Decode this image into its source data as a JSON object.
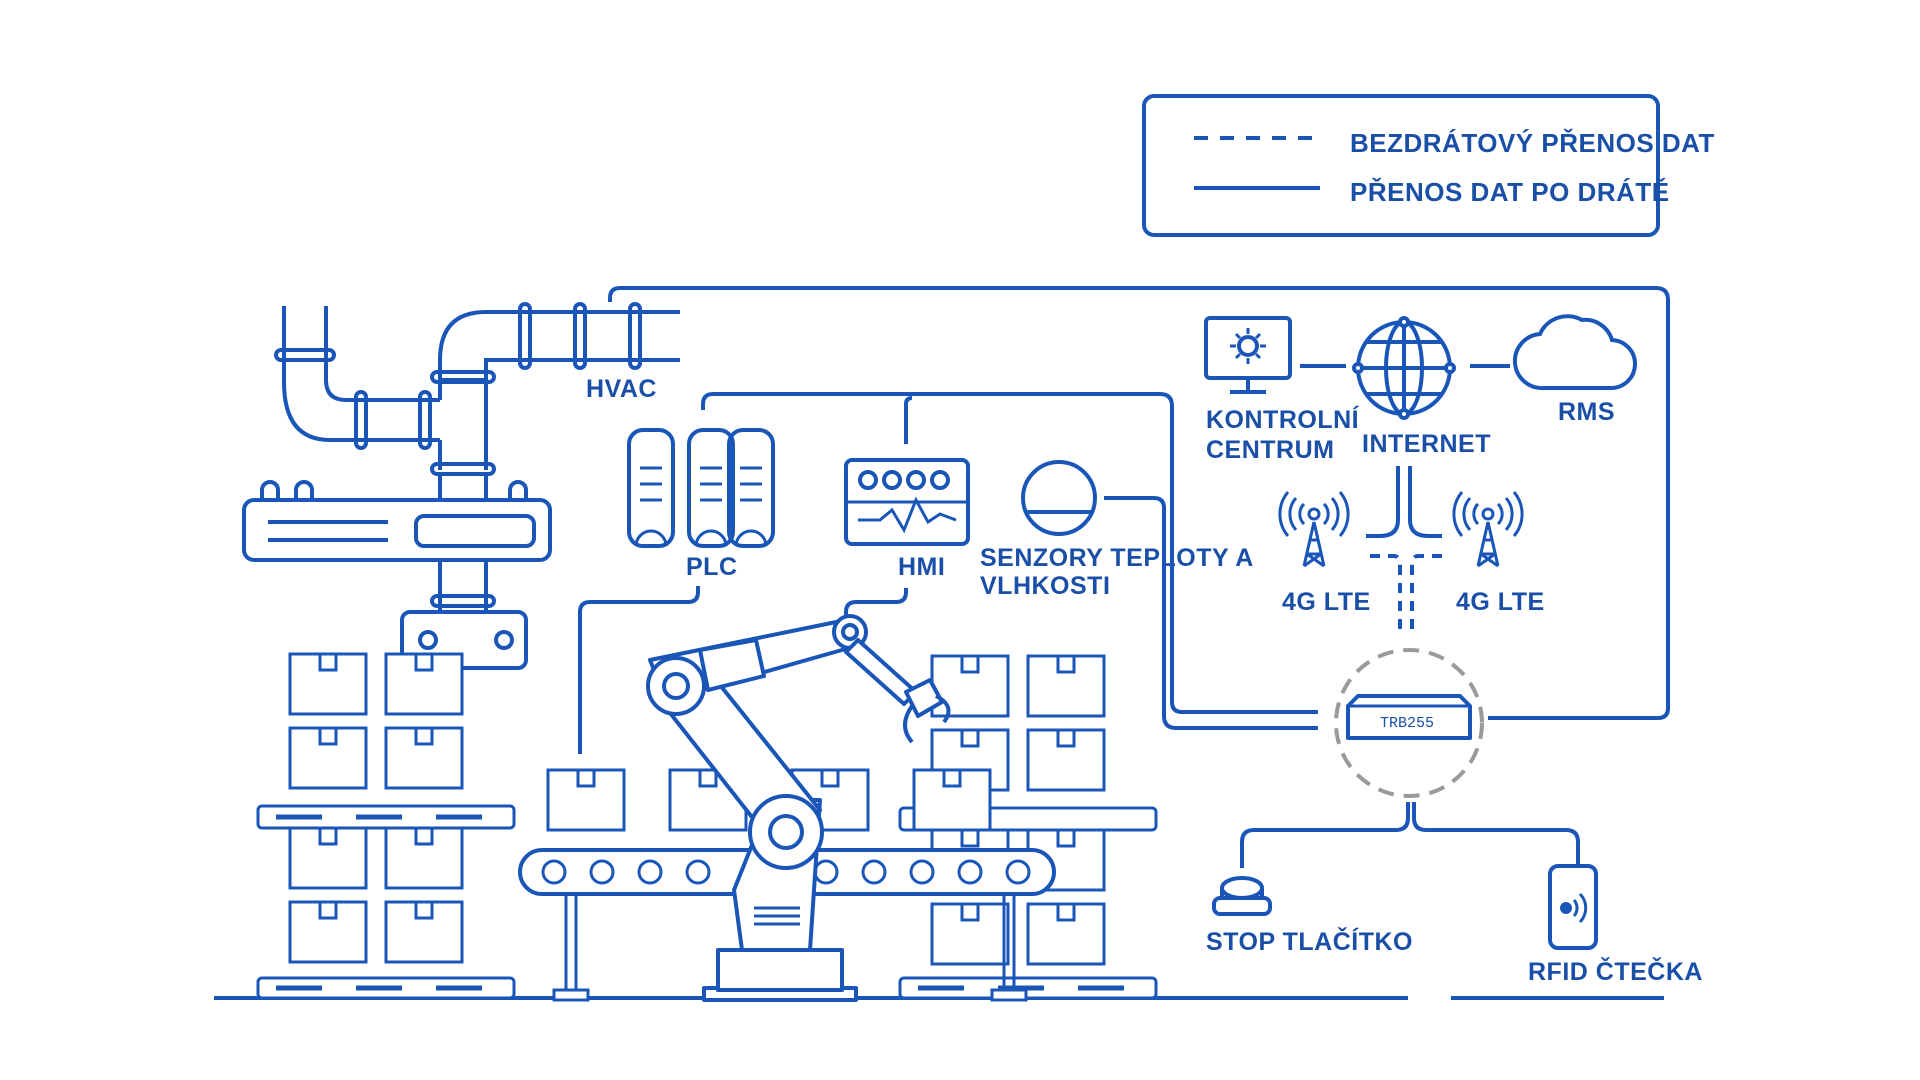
{
  "colors": {
    "line": "#1a56b8",
    "text": "#1a4fa8",
    "zone": "#9a9a9a",
    "background": "#ffffff"
  },
  "legend": {
    "wireless": "BEZDRÁTOVÝ PŘENOS DAT",
    "wired": "PŘENOS DAT PO DRÁTĚ"
  },
  "labels": {
    "hvac": "HVAC",
    "plc": "PLC",
    "hmi": "HMI",
    "sensors_line1": "SENZORY TEPLOTY A",
    "sensors_line2": "VLHKOSTI",
    "control_line1": "KONTROLNÍ",
    "control_line2": "CENTRUM",
    "internet": "INTERNET",
    "rms": "RMS",
    "lte_left": "4G LTE",
    "lte_right": "4G LTE",
    "router": "TRB255",
    "stop_button": "STOP TLAČÍTKO",
    "rfid": "RFID ČTEČKA"
  },
  "icons": {
    "pipes": "pipe-system-icon",
    "plc": "server-rack-icon",
    "hmi": "hmi-panel-icon",
    "sensor": "round-sensor-icon",
    "control": "monitor-gear-icon",
    "internet": "globe-icon",
    "rms": "cloud-icon",
    "antenna": "cell-tower-icon",
    "router": "router-icon",
    "stop": "stop-button-icon",
    "rfid": "rfid-reader-icon",
    "robot": "robot-arm-icon",
    "conveyor": "conveyor-belt-icon",
    "boxes": "box-stack-icon"
  }
}
